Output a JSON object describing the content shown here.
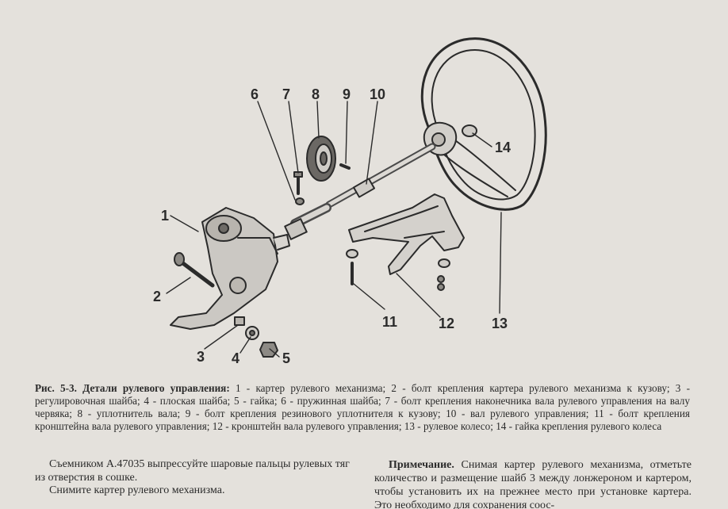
{
  "figure": {
    "labels": [
      "1",
      "2",
      "3",
      "4",
      "5",
      "6",
      "7",
      "8",
      "9",
      "10",
      "11",
      "12",
      "13",
      "14"
    ]
  },
  "caption": {
    "title": "Рис. 5-3. Детали рулевого управления:",
    "text": " 1 - картер рулевого механизма; 2 - болт крепления картера рулевого механизма к кузову; 3 - регулировочная шайба; 4 - плоская шайба; 5 - гайка; 6 - пружинная шайба; 7 - болт крепления наконечника вала рулевого управления на валу червяка; 8 - уплотнитель вала; 9 - болт крепления резинового уплотнителя к кузову; 10 - вал рулевого управления; 11 - болт крепления кронштейна вала рулевого управления; 12 - кронштейн вала рулевого управления; 13 - рулевое колесо; 14 - гайка крепления рулевого колеса"
  },
  "left_column": {
    "p1": "Съемником А.47035 выпрессуйте шаровые пальцы рулевых тяг из отверстия в сошке.",
    "p2": "Снимите картер рулевого механизма."
  },
  "right_column": {
    "note_label": "Примечание.",
    "note_text": " Снимая картер рулевого механизма, отметьте количество и размещение шайб 3 между лонжероном и картером, чтобы установить их на прежнее место при установке картера. Это необходимо для сохранения соос-"
  }
}
